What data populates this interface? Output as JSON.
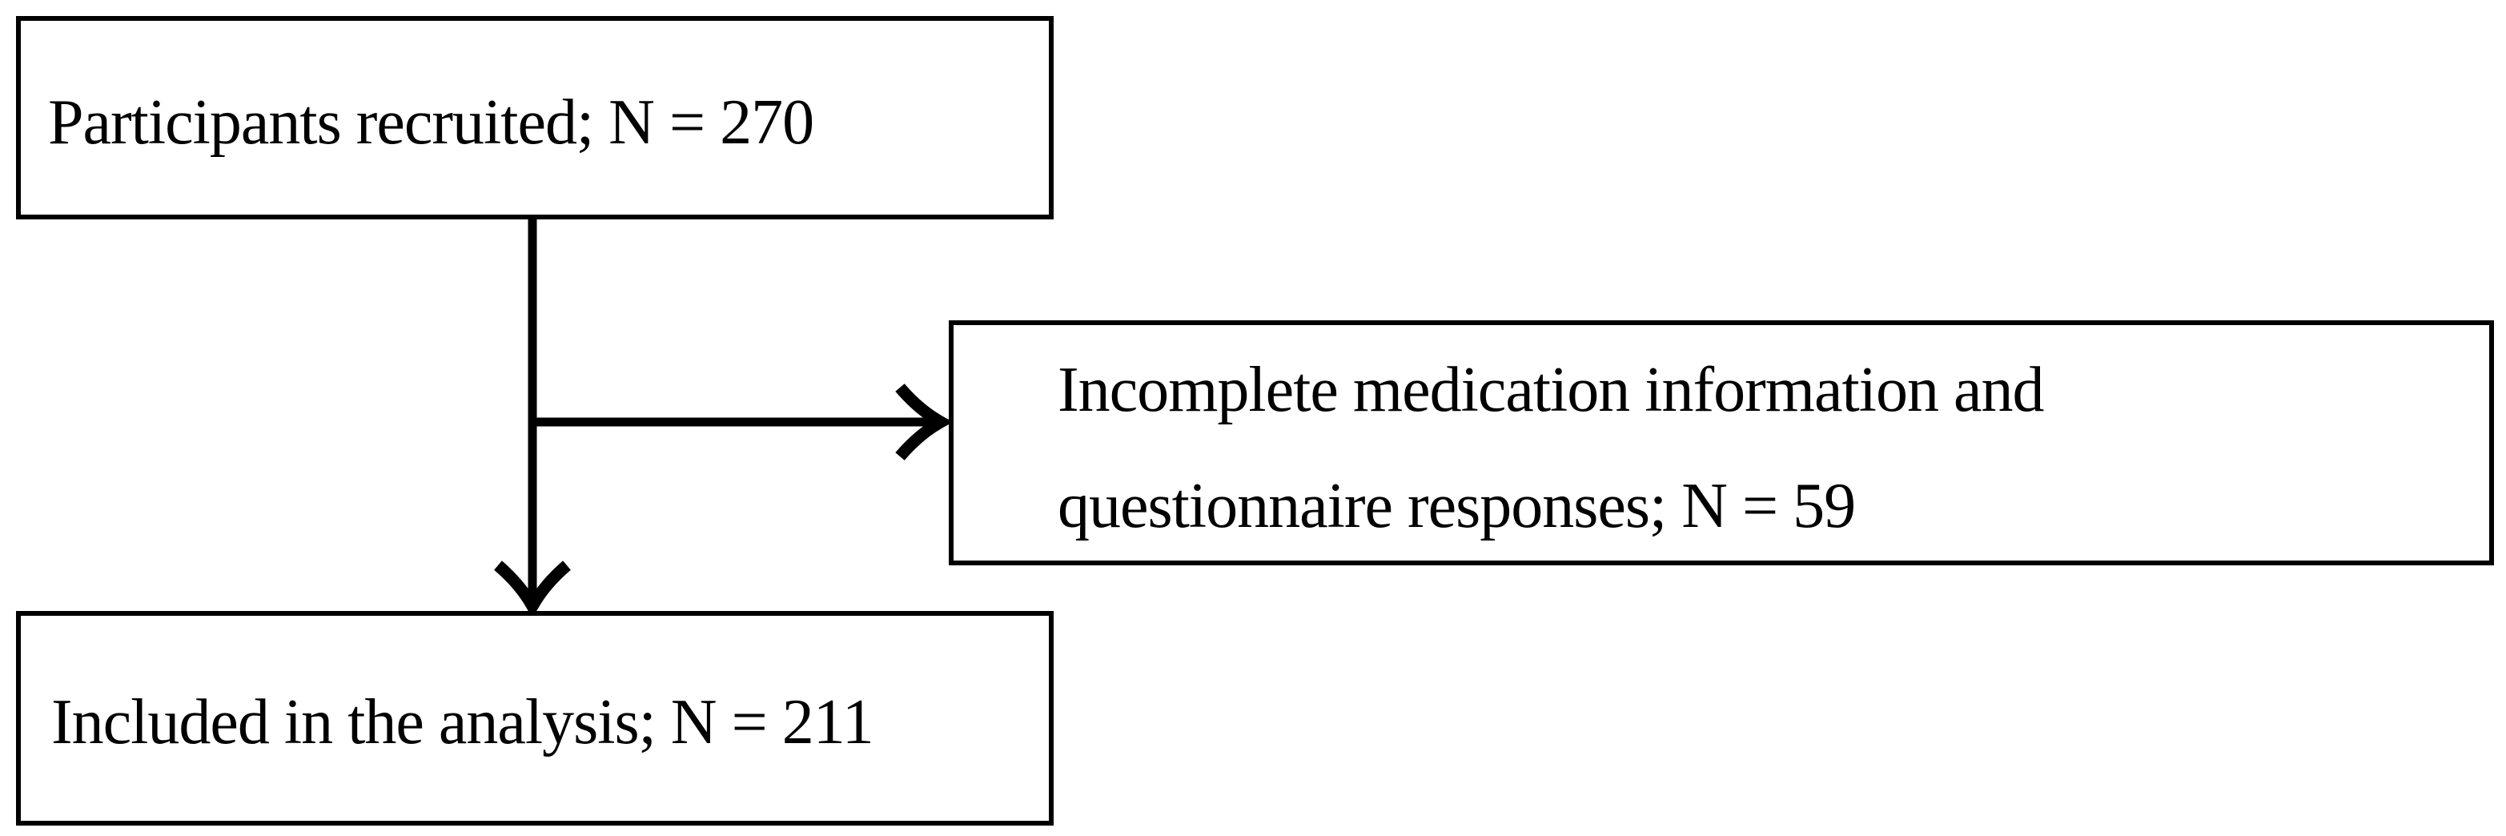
{
  "diagram": {
    "type": "flowchart",
    "nodes": {
      "recruited": {
        "label": "Participants recruited; N = 270"
      },
      "excluded": {
        "line1": "Incomplete medication information and",
        "line2": "questionnaire responses; N = 59"
      },
      "included": {
        "label": "Included in the analysis; N = 211"
      }
    },
    "edges": [
      {
        "from": "recruited",
        "to": "included",
        "direction": "down"
      },
      {
        "from": "recruited",
        "to": "excluded",
        "direction": "right"
      }
    ],
    "colors": {
      "background": "#ffffff",
      "border": "#000000",
      "line": "#000000",
      "text": "#000000"
    }
  }
}
